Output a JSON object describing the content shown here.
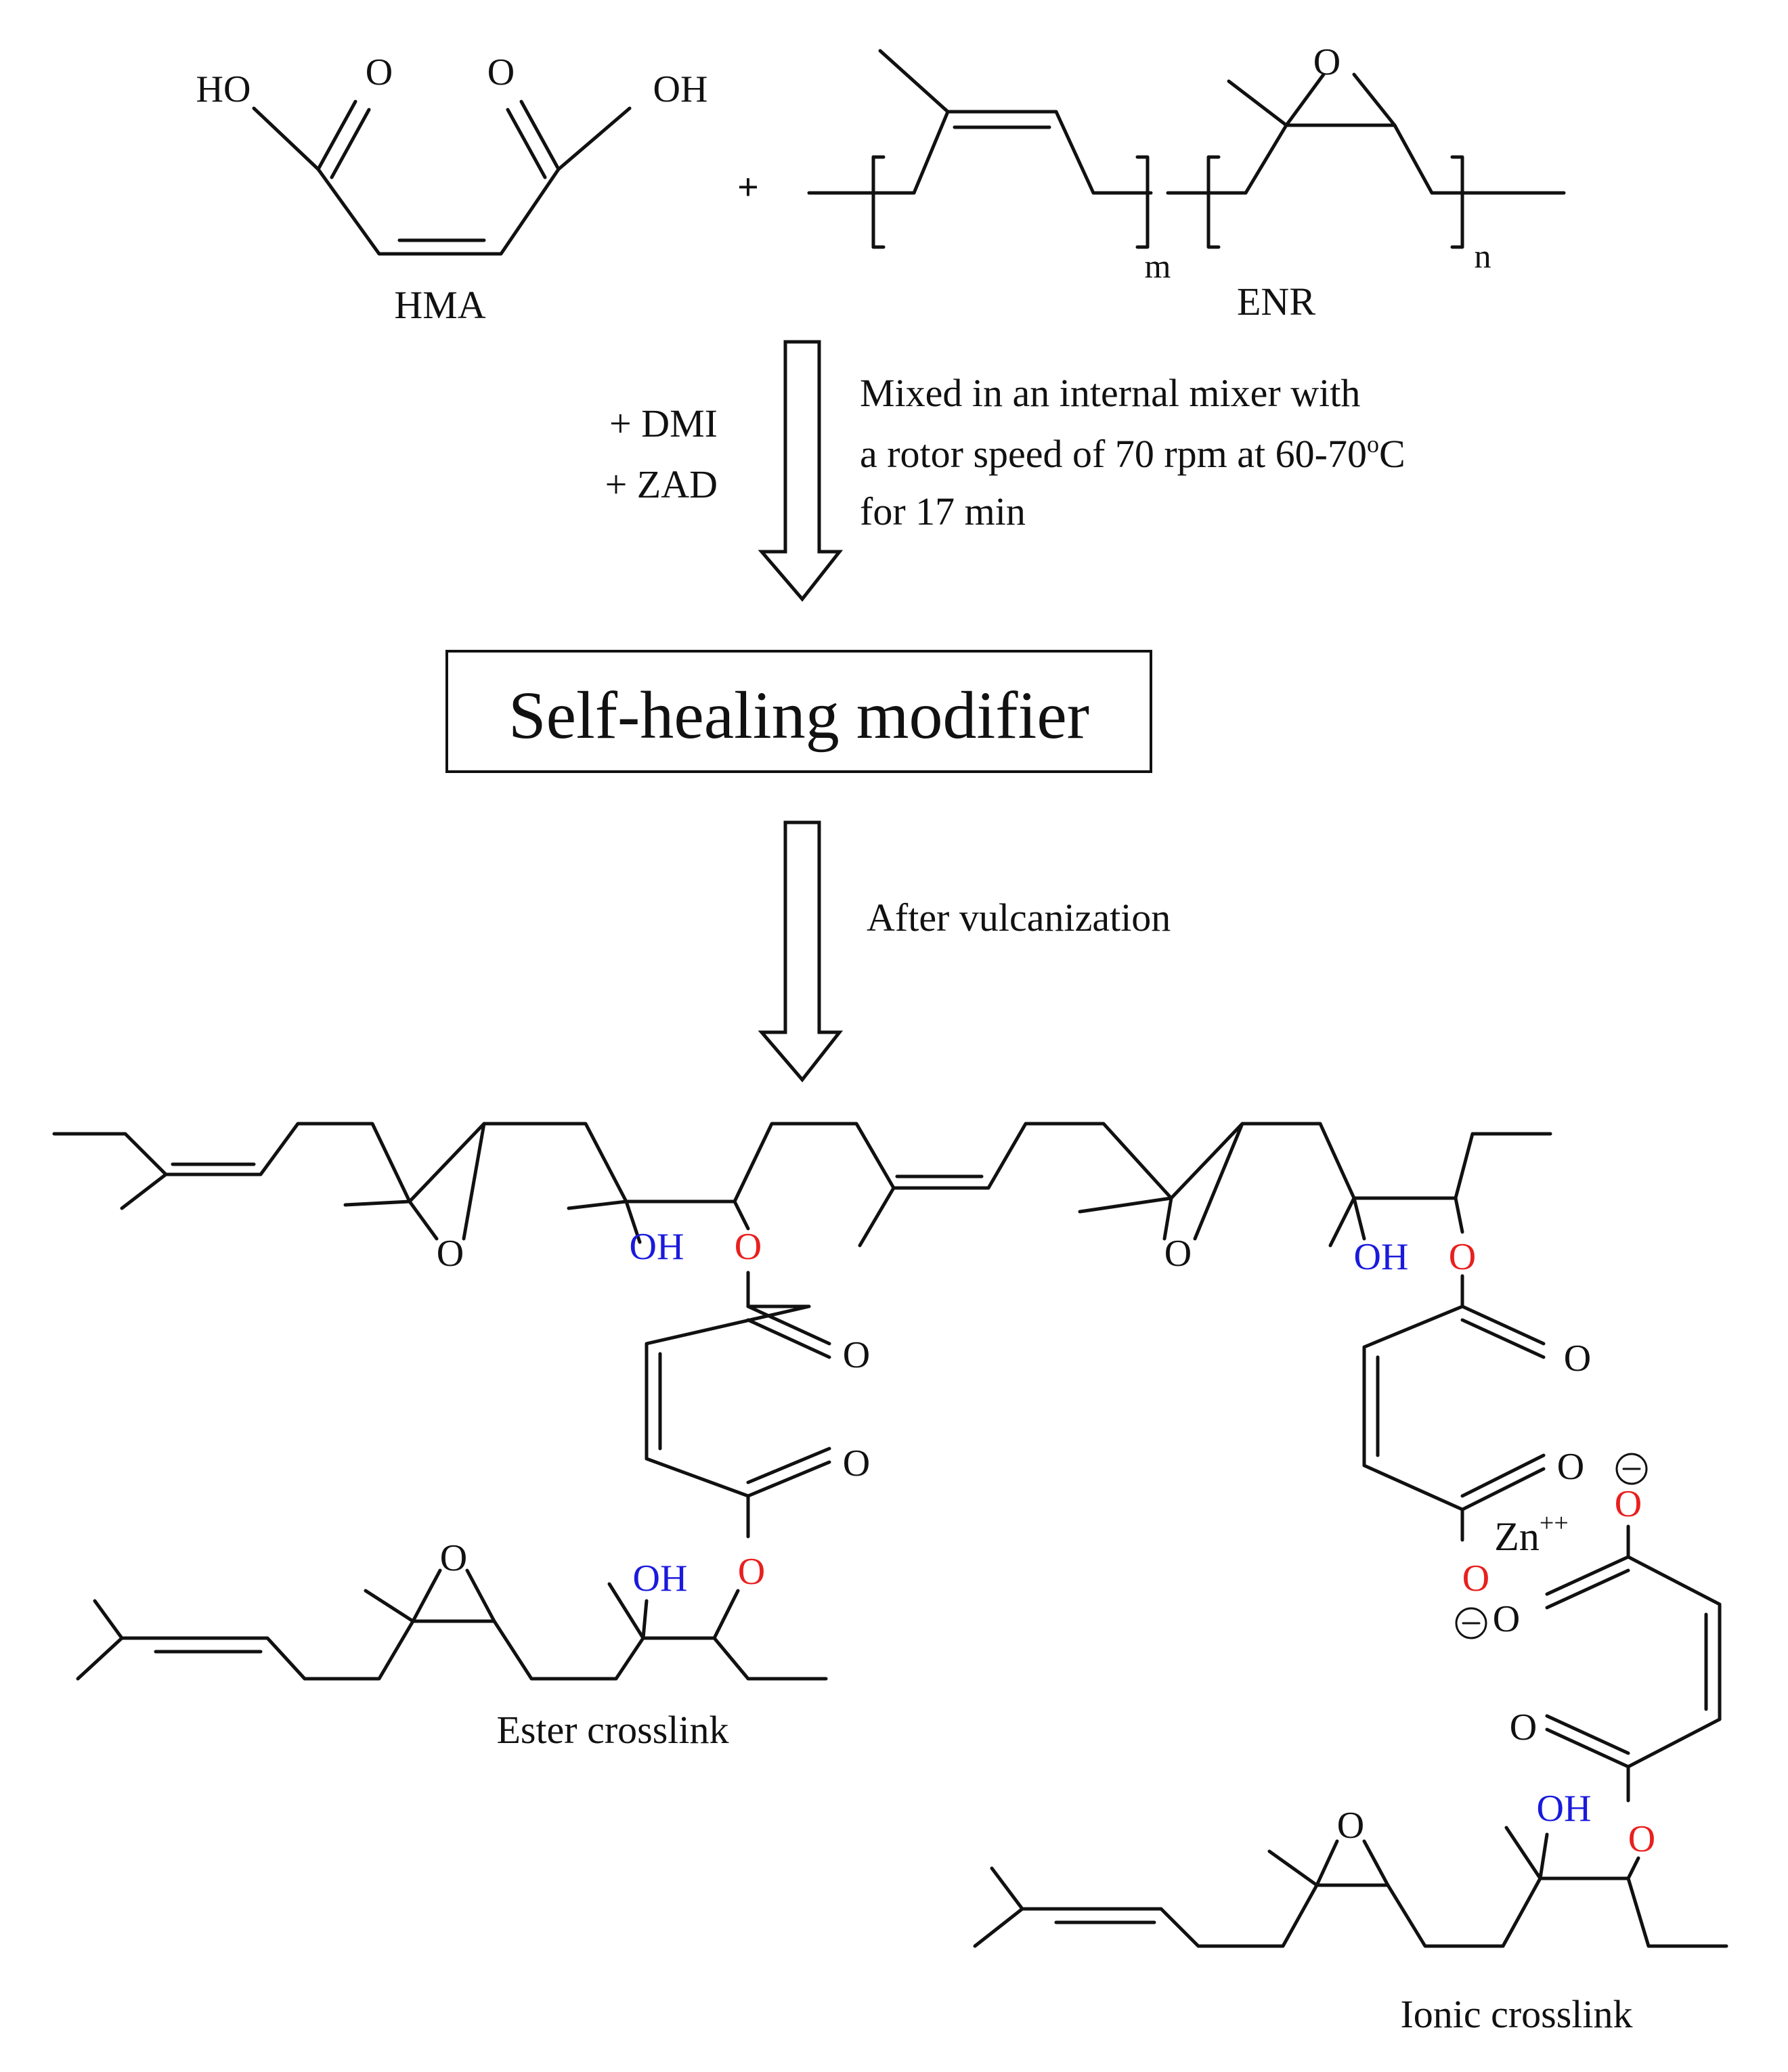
{
  "reactants": {
    "hma": {
      "name": "HMA",
      "ho": "HO",
      "o1": "O",
      "o2": "O",
      "oh": "OH"
    },
    "plus": "+",
    "enr": {
      "name": "ENR",
      "epoxide_o": "O",
      "sub_m": "m",
      "sub_n": "n"
    }
  },
  "step1": {
    "reagent1": "+ DMI",
    "reagent2": "+ ZAD",
    "condition_line1": "Mixed in an internal mixer with",
    "condition_line2": "a rotor speed of 70 rpm at 60-70",
    "condition_deg": "o",
    "condition_unit": "C",
    "condition_line3": "for 17 min"
  },
  "modifier_label": "Self-healing modifier",
  "step2": {
    "condition": "After vulcanization"
  },
  "product": {
    "epoxide_o": "O",
    "oh": "OH",
    "ester_o": "O",
    "carbonyl_o": "O",
    "zn": "Zn",
    "zn_charge": "++",
    "minus": "−",
    "ester_label": "Ester crosslink",
    "ionic_label": "Ionic crosslink"
  },
  "colors": {
    "ester_oxygen": "#e8201e",
    "hydroxyl": "#1a1adc",
    "ink": "#111111"
  }
}
